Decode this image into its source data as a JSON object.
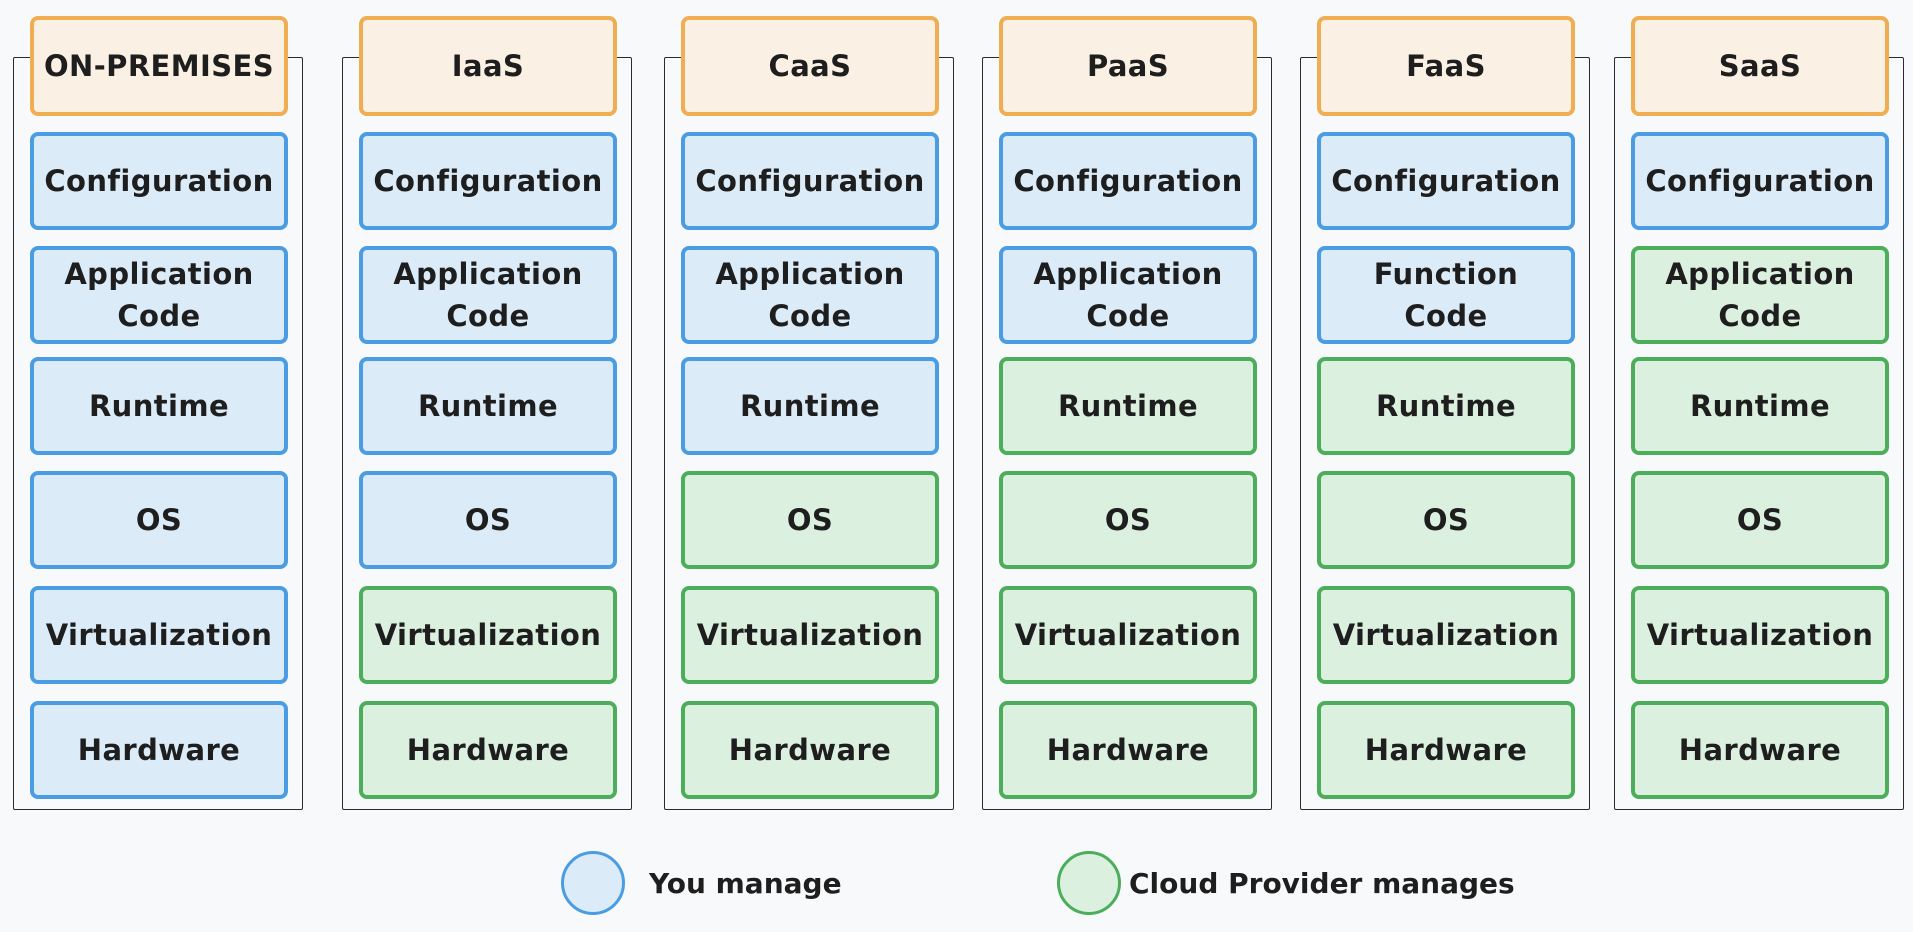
{
  "columns": [
    {
      "title": "ON-PREMISES",
      "layers": [
        {
          "label": "Configuration",
          "owner": "you"
        },
        {
          "label": "Application\nCode",
          "owner": "you"
        },
        {
          "label": "Runtime",
          "owner": "you"
        },
        {
          "label": "OS",
          "owner": "you"
        },
        {
          "label": "Virtualization",
          "owner": "you"
        },
        {
          "label": "Hardware",
          "owner": "you"
        }
      ]
    },
    {
      "title": "IaaS",
      "layers": [
        {
          "label": "Configuration",
          "owner": "you"
        },
        {
          "label": "Application\nCode",
          "owner": "you"
        },
        {
          "label": "Runtime",
          "owner": "you"
        },
        {
          "label": "OS",
          "owner": "you"
        },
        {
          "label": "Virtualization",
          "owner": "cloud"
        },
        {
          "label": "Hardware",
          "owner": "cloud"
        }
      ]
    },
    {
      "title": "CaaS",
      "layers": [
        {
          "label": "Configuration",
          "owner": "you"
        },
        {
          "label": "Application\nCode",
          "owner": "you"
        },
        {
          "label": "Runtime",
          "owner": "you"
        },
        {
          "label": "OS",
          "owner": "cloud"
        },
        {
          "label": "Virtualization",
          "owner": "cloud"
        },
        {
          "label": "Hardware",
          "owner": "cloud"
        }
      ]
    },
    {
      "title": "PaaS",
      "layers": [
        {
          "label": "Configuration",
          "owner": "you"
        },
        {
          "label": "Application\nCode",
          "owner": "you"
        },
        {
          "label": "Runtime",
          "owner": "cloud"
        },
        {
          "label": "OS",
          "owner": "cloud"
        },
        {
          "label": "Virtualization",
          "owner": "cloud"
        },
        {
          "label": "Hardware",
          "owner": "cloud"
        }
      ]
    },
    {
      "title": "FaaS",
      "layers": [
        {
          "label": "Configuration",
          "owner": "you"
        },
        {
          "label": "Function\nCode",
          "owner": "you"
        },
        {
          "label": "Runtime",
          "owner": "cloud"
        },
        {
          "label": "OS",
          "owner": "cloud"
        },
        {
          "label": "Virtualization",
          "owner": "cloud"
        },
        {
          "label": "Hardware",
          "owner": "cloud"
        }
      ]
    },
    {
      "title": "SaaS",
      "layers": [
        {
          "label": "Configuration",
          "owner": "you"
        },
        {
          "label": "Application\nCode",
          "owner": "cloud"
        },
        {
          "label": "Runtime",
          "owner": "cloud"
        },
        {
          "label": "OS",
          "owner": "cloud"
        },
        {
          "label": "Virtualization",
          "owner": "cloud"
        },
        {
          "label": "Hardware",
          "owner": "cloud"
        }
      ]
    }
  ],
  "legend": {
    "you_manage": "You manage",
    "cloud_manages": "Cloud Provider manages"
  },
  "colors": {
    "header_fill": "#fbf0e4",
    "header_border": "#f0ad52",
    "you_fill": "#dcebf8",
    "you_border": "#4a9de3",
    "cloud_fill": "#dcf0e0",
    "cloud_border": "#4cad5b"
  }
}
